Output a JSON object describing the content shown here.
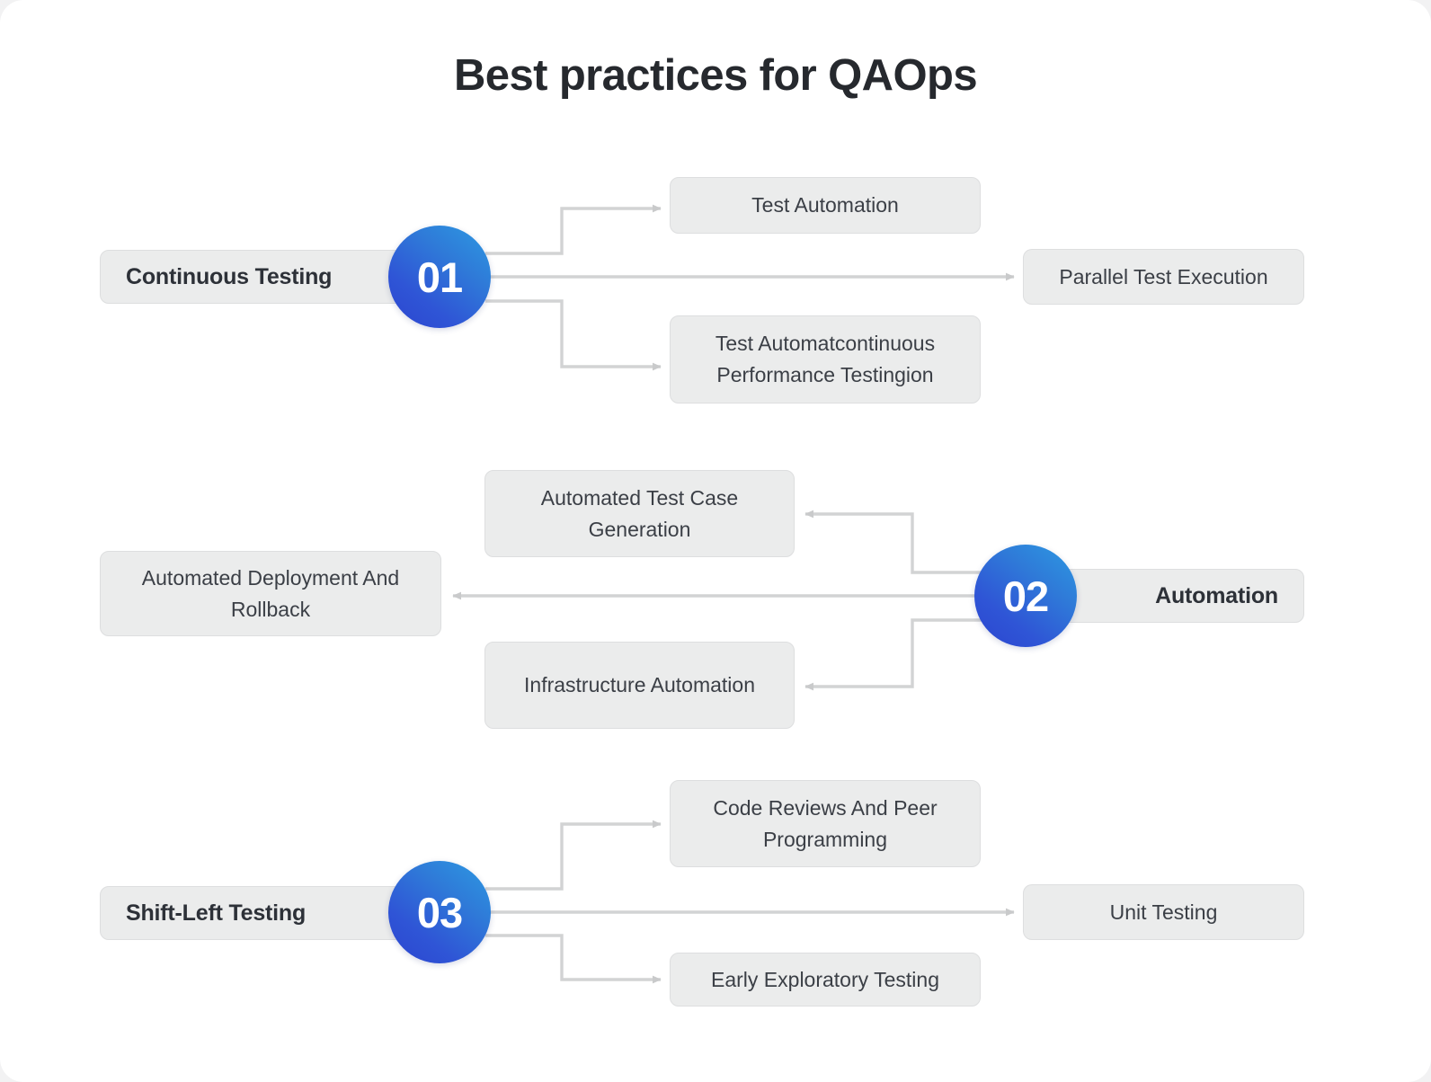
{
  "page": {
    "title": "Best practices for QAOps",
    "background": "#ffffff",
    "accent_from": "#2b45cf",
    "accent_to": "#2c9ae2",
    "box_fill": "#ebecec",
    "box_border": "#dddedf",
    "text_color": "#3b3f46",
    "connector_color": "#d2d3d4"
  },
  "sections": [
    {
      "number": "01",
      "lead_label": "Continuous Testing",
      "lead_side": "left",
      "items": [
        {
          "label": "Test Automation"
        },
        {
          "label": "Parallel Test Execution"
        },
        {
          "label": "Test Automatcontinuous Performance Testingion"
        }
      ]
    },
    {
      "number": "02",
      "lead_label": "Automation",
      "lead_side": "right",
      "items": [
        {
          "label": "Automated Test Case Generation"
        },
        {
          "label": "Automated Deployment And Rollback"
        },
        {
          "label": "Infrastructure Automation"
        }
      ]
    },
    {
      "number": "03",
      "lead_label": "Shift-Left Testing",
      "lead_side": "left",
      "items": [
        {
          "label": "Code Reviews And Peer Programming"
        },
        {
          "label": "Unit Testing"
        },
        {
          "label": "Early Exploratory Testing"
        }
      ]
    }
  ]
}
